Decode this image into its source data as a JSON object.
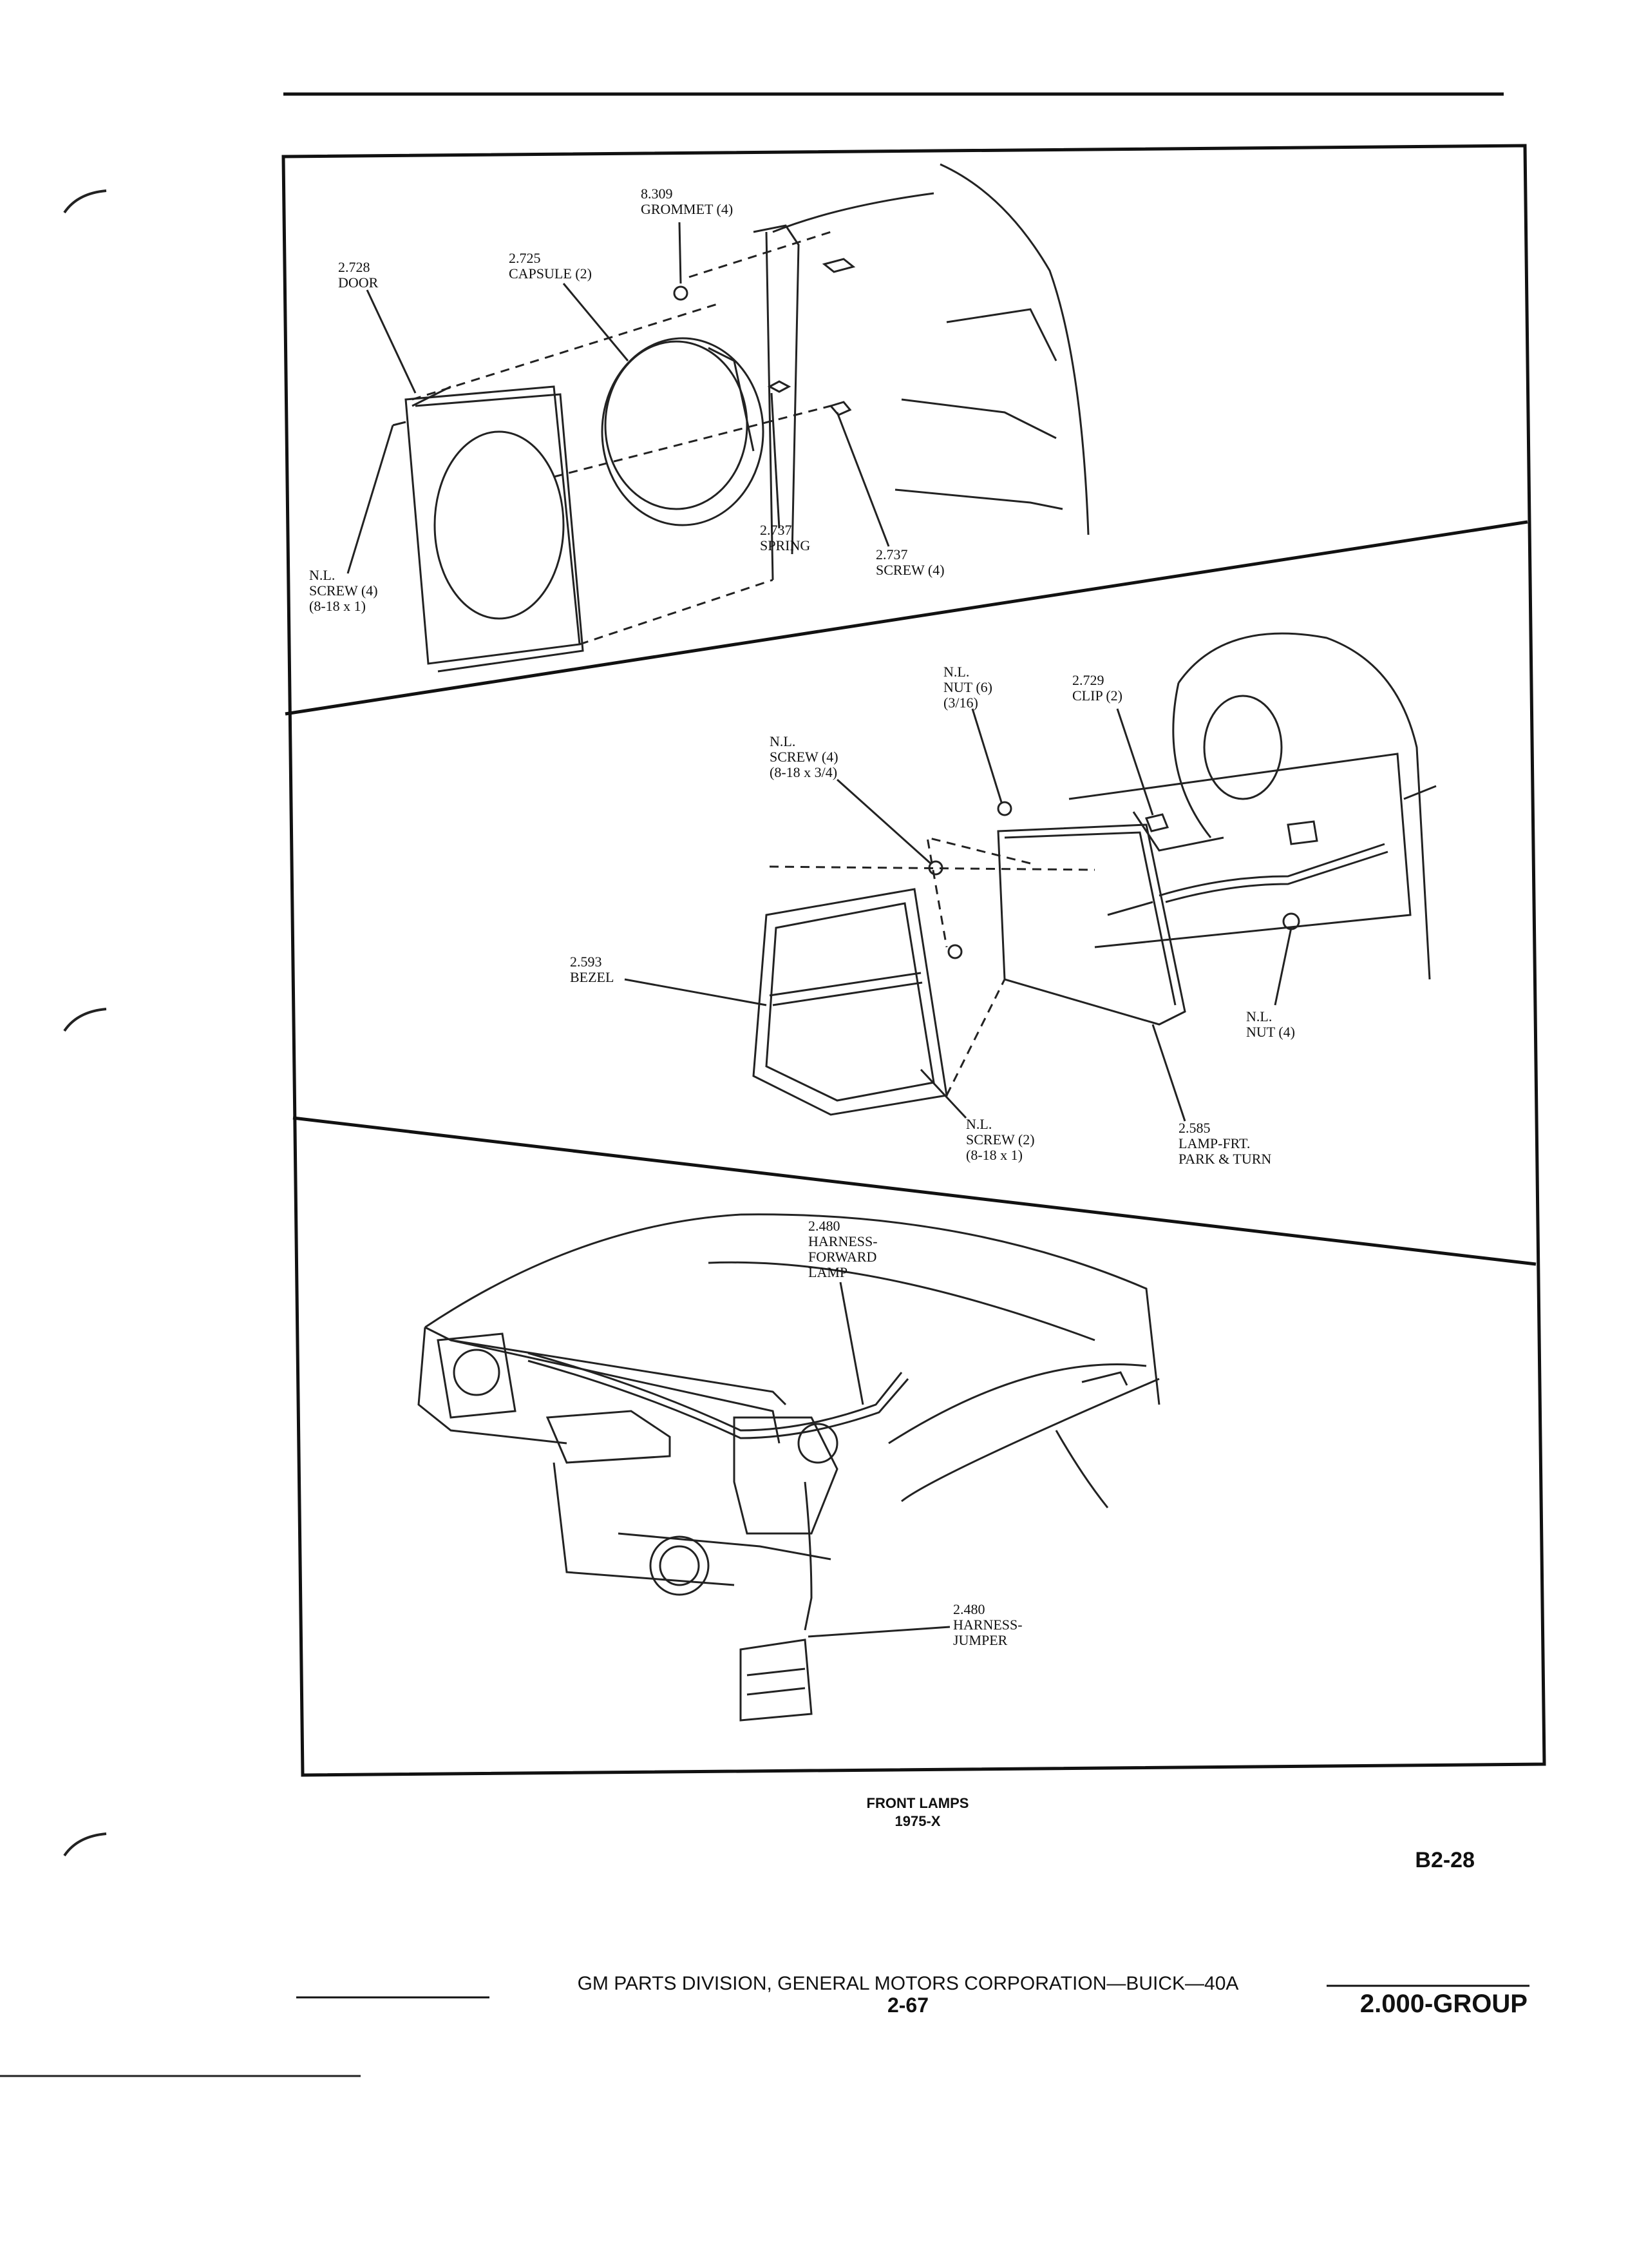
{
  "panel1": {
    "grommet": [
      "8.309",
      "GROMMET (4)"
    ],
    "capsule": [
      "2.725",
      "CAPSULE (2)"
    ],
    "door": [
      "2.728",
      "DOOR"
    ],
    "spring": [
      "2.737",
      "SPRING"
    ],
    "screw": [
      "2.737",
      "SCREW (4)"
    ],
    "nl_screw": [
      "N.L.",
      "SCREW (4)",
      "(8-18 x 1)"
    ]
  },
  "panel2": {
    "nut6": [
      "N.L.",
      "NUT (6)",
      "(3/16)"
    ],
    "clip": [
      "2.729",
      "CLIP (2)"
    ],
    "screw4": [
      "N.L.",
      "SCREW (4)",
      "(8-18 x 3/4)"
    ],
    "bezel": [
      "2.593",
      "BEZEL"
    ],
    "nut4": [
      "N.L.",
      "NUT (4)"
    ],
    "screw2": [
      "N.L.",
      "SCREW (2)",
      "(8-18 x 1)"
    ],
    "lamp": [
      "2.585",
      "LAMP-FRT.",
      "PARK & TURN"
    ]
  },
  "panel3": {
    "harness_fwd": [
      "2.480",
      "HARNESS-",
      "FORWARD",
      "LAMP"
    ],
    "harness_jumper": [
      "2.480",
      "HARNESS-",
      "JUMPER"
    ]
  },
  "caption": {
    "title": "FRONT LAMPS",
    "subtitle": "1975-X"
  },
  "page_code": "B2-28",
  "footer": {
    "publisher": "GM PARTS DIVISION, GENERAL MOTORS CORPORATION—BUICK—40A",
    "page_number": "2-67",
    "group": "2.000-GROUP"
  }
}
